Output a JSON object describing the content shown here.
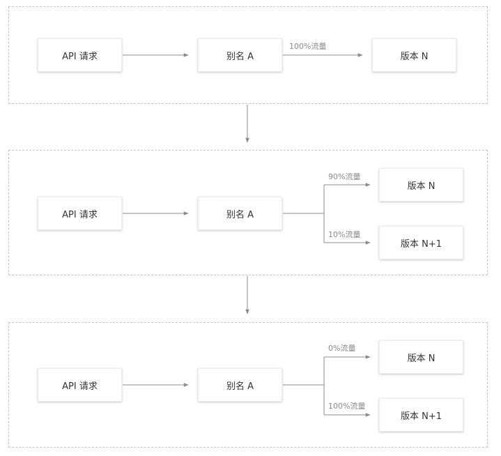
{
  "stages": [
    {
      "request": "API 请求",
      "alias": "别名 A",
      "targets": [
        {
          "version": "版本 N",
          "traffic": "100%流量"
        }
      ]
    },
    {
      "request": "API 请求",
      "alias": "别名 A",
      "targets": [
        {
          "version": "版本 N",
          "traffic": "90%流量"
        },
        {
          "version": "版本 N+1",
          "traffic": "10%流量"
        }
      ]
    },
    {
      "request": "API 请求",
      "alias": "别名 A",
      "targets": [
        {
          "version": "版本 N",
          "traffic": "0%流量"
        },
        {
          "version": "版本 N+1",
          "traffic": "100%流量"
        }
      ]
    }
  ],
  "colors": {
    "line": "#8c8c8c",
    "panel_border": "#c4c4c4",
    "text": "#333333",
    "label": "#8a8a8a"
  }
}
